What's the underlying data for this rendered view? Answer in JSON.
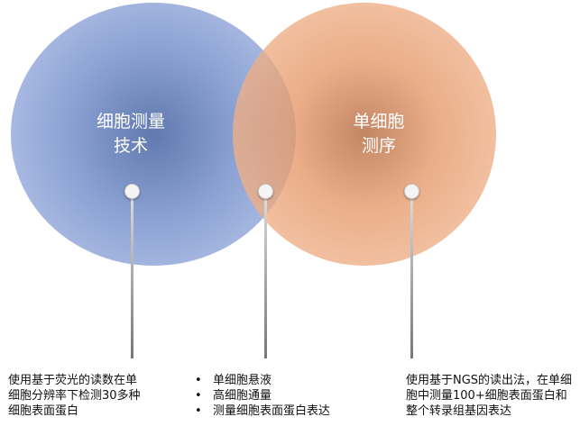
{
  "circles": [
    {
      "title_line1": "细胞测量",
      "title_line2": "技术",
      "color": "#8098cf"
    },
    {
      "title_line1": "单细胞",
      "title_line2": "测序",
      "color": "#e59a6c"
    }
  ],
  "left_text": [
    "使用基于荧光的读数在单",
    "细胞分辨率下检测30多种",
    "细胞表面蛋白"
  ],
  "middle_bullets": [
    "单细胞悬液",
    "高细胞通量",
    "测量细胞表面蛋白表达"
  ],
  "right_text": [
    "使用基于NGS的读出法，在单细",
    "胞中测量100+细胞表面蛋白和",
    "整个转录组基因表达"
  ]
}
